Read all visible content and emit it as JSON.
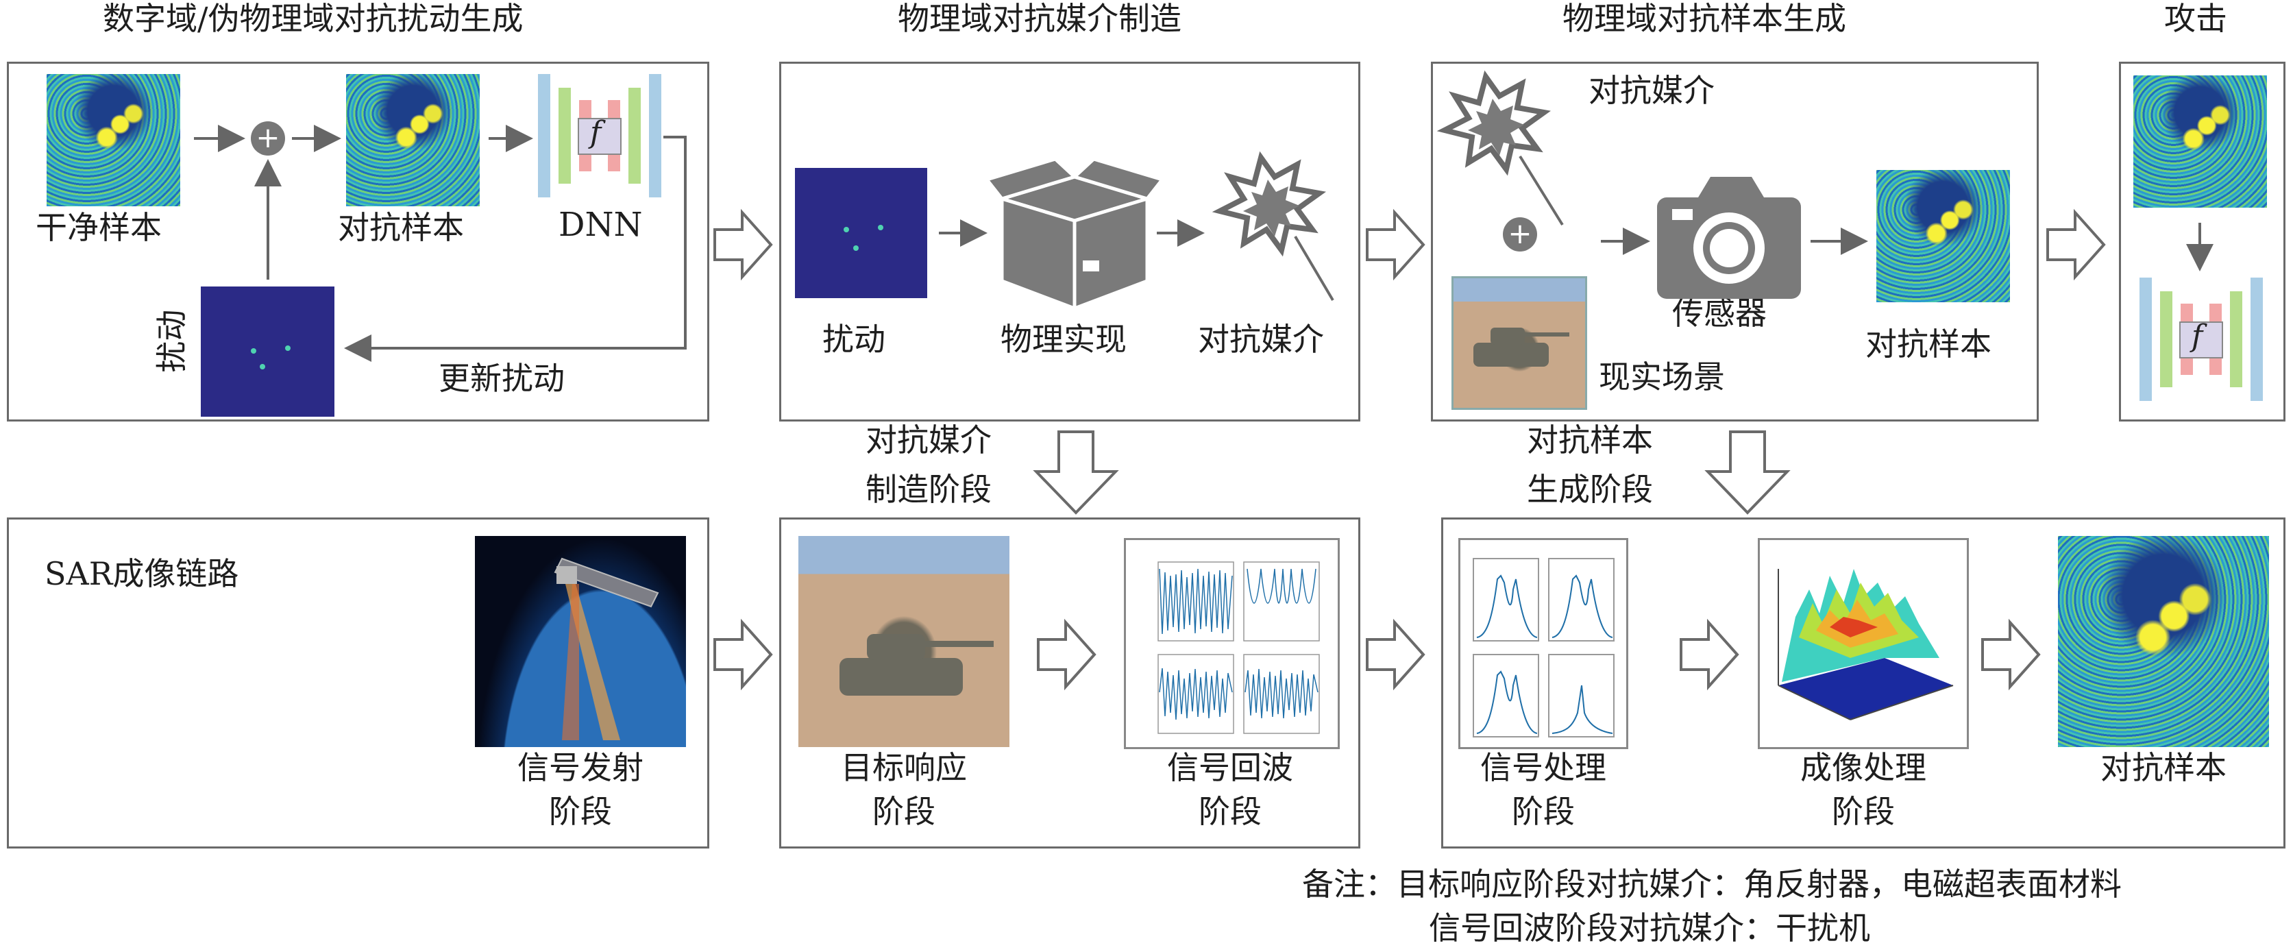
{
  "sections": {
    "digital": "数字域/伪物理域对抗扰动生成",
    "fabricate": "物理域对抗媒介制造",
    "generate": "物理域对抗样本生成",
    "attack": "攻击"
  },
  "digital_box": {
    "clean": "干净样本",
    "adv": "对抗样本",
    "dnn": "DNN",
    "perturb": "扰动",
    "update": "更新扰动",
    "f": "f",
    "plus": "+"
  },
  "fabricate_box": {
    "perturb": "扰动",
    "physical": "物理实现",
    "medium": "对抗媒介"
  },
  "generate_box": {
    "medium": "对抗媒介",
    "sensor": "传感器",
    "scene": "现实场景",
    "adv": "对抗样本",
    "plus": "+"
  },
  "attack_box": {
    "f": "f"
  },
  "stage_labels": {
    "fabricate_l1": "对抗媒介",
    "fabricate_l2": "制造阶段",
    "generate_l1": "对抗样本",
    "generate_l2": "生成阶段"
  },
  "sar_chain": {
    "title": "SAR成像链路",
    "tx_l1": "信号发射",
    "tx_l2": "阶段",
    "target_l1": "目标响应",
    "target_l2": "阶段",
    "echo_l1": "信号回波",
    "echo_l2": "阶段",
    "proc_l1": "信号处理",
    "proc_l2": "阶段",
    "img_l1": "成像处理",
    "img_l2": "阶段",
    "adv": "对抗样本"
  },
  "note": {
    "line1": "备注：目标响应阶段对抗媒介：角反射器，电磁超表面材料",
    "line2": "信号回波阶段对抗媒介：干扰机"
  }
}
